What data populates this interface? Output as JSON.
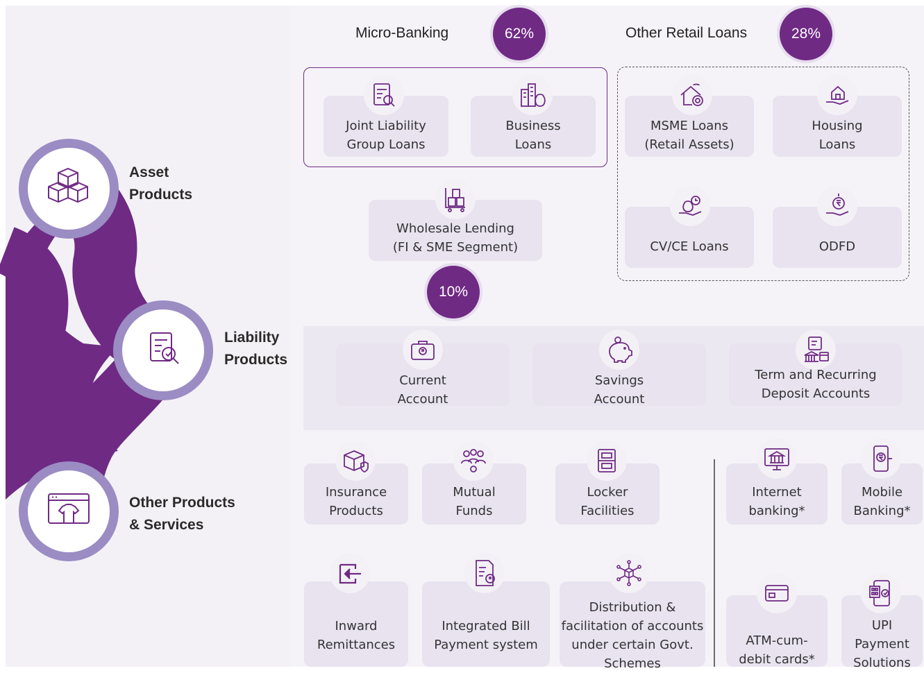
{
  "categories": [
    {
      "id": "asset",
      "line1": "Asset",
      "line2": "Products",
      "icon": "boxes-icon"
    },
    {
      "id": "liability",
      "line1": "Liability",
      "line2": "Products",
      "icon": "document-search-icon"
    },
    {
      "id": "other",
      "line1": "Other Products",
      "line2": "& Services",
      "icon": "shirt-window-icon"
    }
  ],
  "groups": {
    "micro": {
      "title": "Micro-Banking",
      "percent": "62%"
    },
    "retail": {
      "title": "Other Retail Loans",
      "percent": "28%"
    },
    "wholesale": {
      "percent": "10%"
    }
  },
  "asset_cards": [
    {
      "line1": "Joint Liability",
      "line2": "Group Loans",
      "icon": "document-search-icon"
    },
    {
      "line1": "Business",
      "line2": "Loans",
      "icon": "buildings-money-bag-icon"
    },
    {
      "line1": "MSME Loans",
      "line2": "(Retail Assets)",
      "icon": "house-coin-icon"
    },
    {
      "line1": "Housing",
      "line2": "Loans",
      "icon": "hand-house-icon"
    },
    {
      "line1": "Wholesale Lending",
      "line2": "(FI & SME Segment)",
      "icon": "trolley-boxes-icon"
    },
    {
      "line1": "CV/CE Loans",
      "line2": "",
      "icon": "hand-money-bag-icon"
    },
    {
      "line1": "ODFD",
      "line2": "",
      "icon": "hand-rupee-coin-icon"
    }
  ],
  "liability_cards": [
    {
      "line1": "Current",
      "line2": "Account",
      "icon": "briefcase-rupee-icon"
    },
    {
      "line1": "Savings",
      "line2": "Account",
      "icon": "piggy-bank-icon"
    },
    {
      "line1": "Term and Recurring",
      "line2": "Deposit Accounts",
      "icon": "bank-calendar-icon"
    }
  ],
  "other_cards": [
    {
      "line1": "Insurance",
      "line2": "Products",
      "line3": "",
      "icon": "box-shield-icon"
    },
    {
      "line1": "Mutual",
      "line2": "Funds",
      "line3": "",
      "icon": "people-group-icon"
    },
    {
      "line1": "Locker",
      "line2": "Facilities",
      "line3": "",
      "icon": "locker-icon"
    },
    {
      "line1": "Internet",
      "line2": "banking*",
      "line3": "",
      "icon": "monitor-bank-icon"
    },
    {
      "line1": "Mobile",
      "line2": "Banking*",
      "line3": "",
      "icon": "mobile-rupee-icon"
    },
    {
      "line1": "Inward",
      "line2": "Remittances",
      "line3": "",
      "icon": "arrow-in-icon"
    },
    {
      "line1": "Integrated Bill",
      "line2": "Payment system",
      "line3": "",
      "icon": "bill-rupee-icon"
    },
    {
      "line1": "Distribution &",
      "line2": "facilitation of accounts",
      "line3": "under certain Govt.",
      "line4": "Schemes",
      "icon": "network-cube-icon"
    },
    {
      "line1": "ATM-cum-",
      "line2": "debit cards*",
      "line3": "",
      "icon": "card-icon"
    },
    {
      "line1": "UPI",
      "line2": "Payment",
      "line3": "Solutions",
      "icon": "phone-qr-icon"
    }
  ],
  "colors": {
    "accent": "#6f2a84",
    "ring": "#9b8cc4",
    "card": "#e8e3ef",
    "panel": "#f5f3f8"
  }
}
